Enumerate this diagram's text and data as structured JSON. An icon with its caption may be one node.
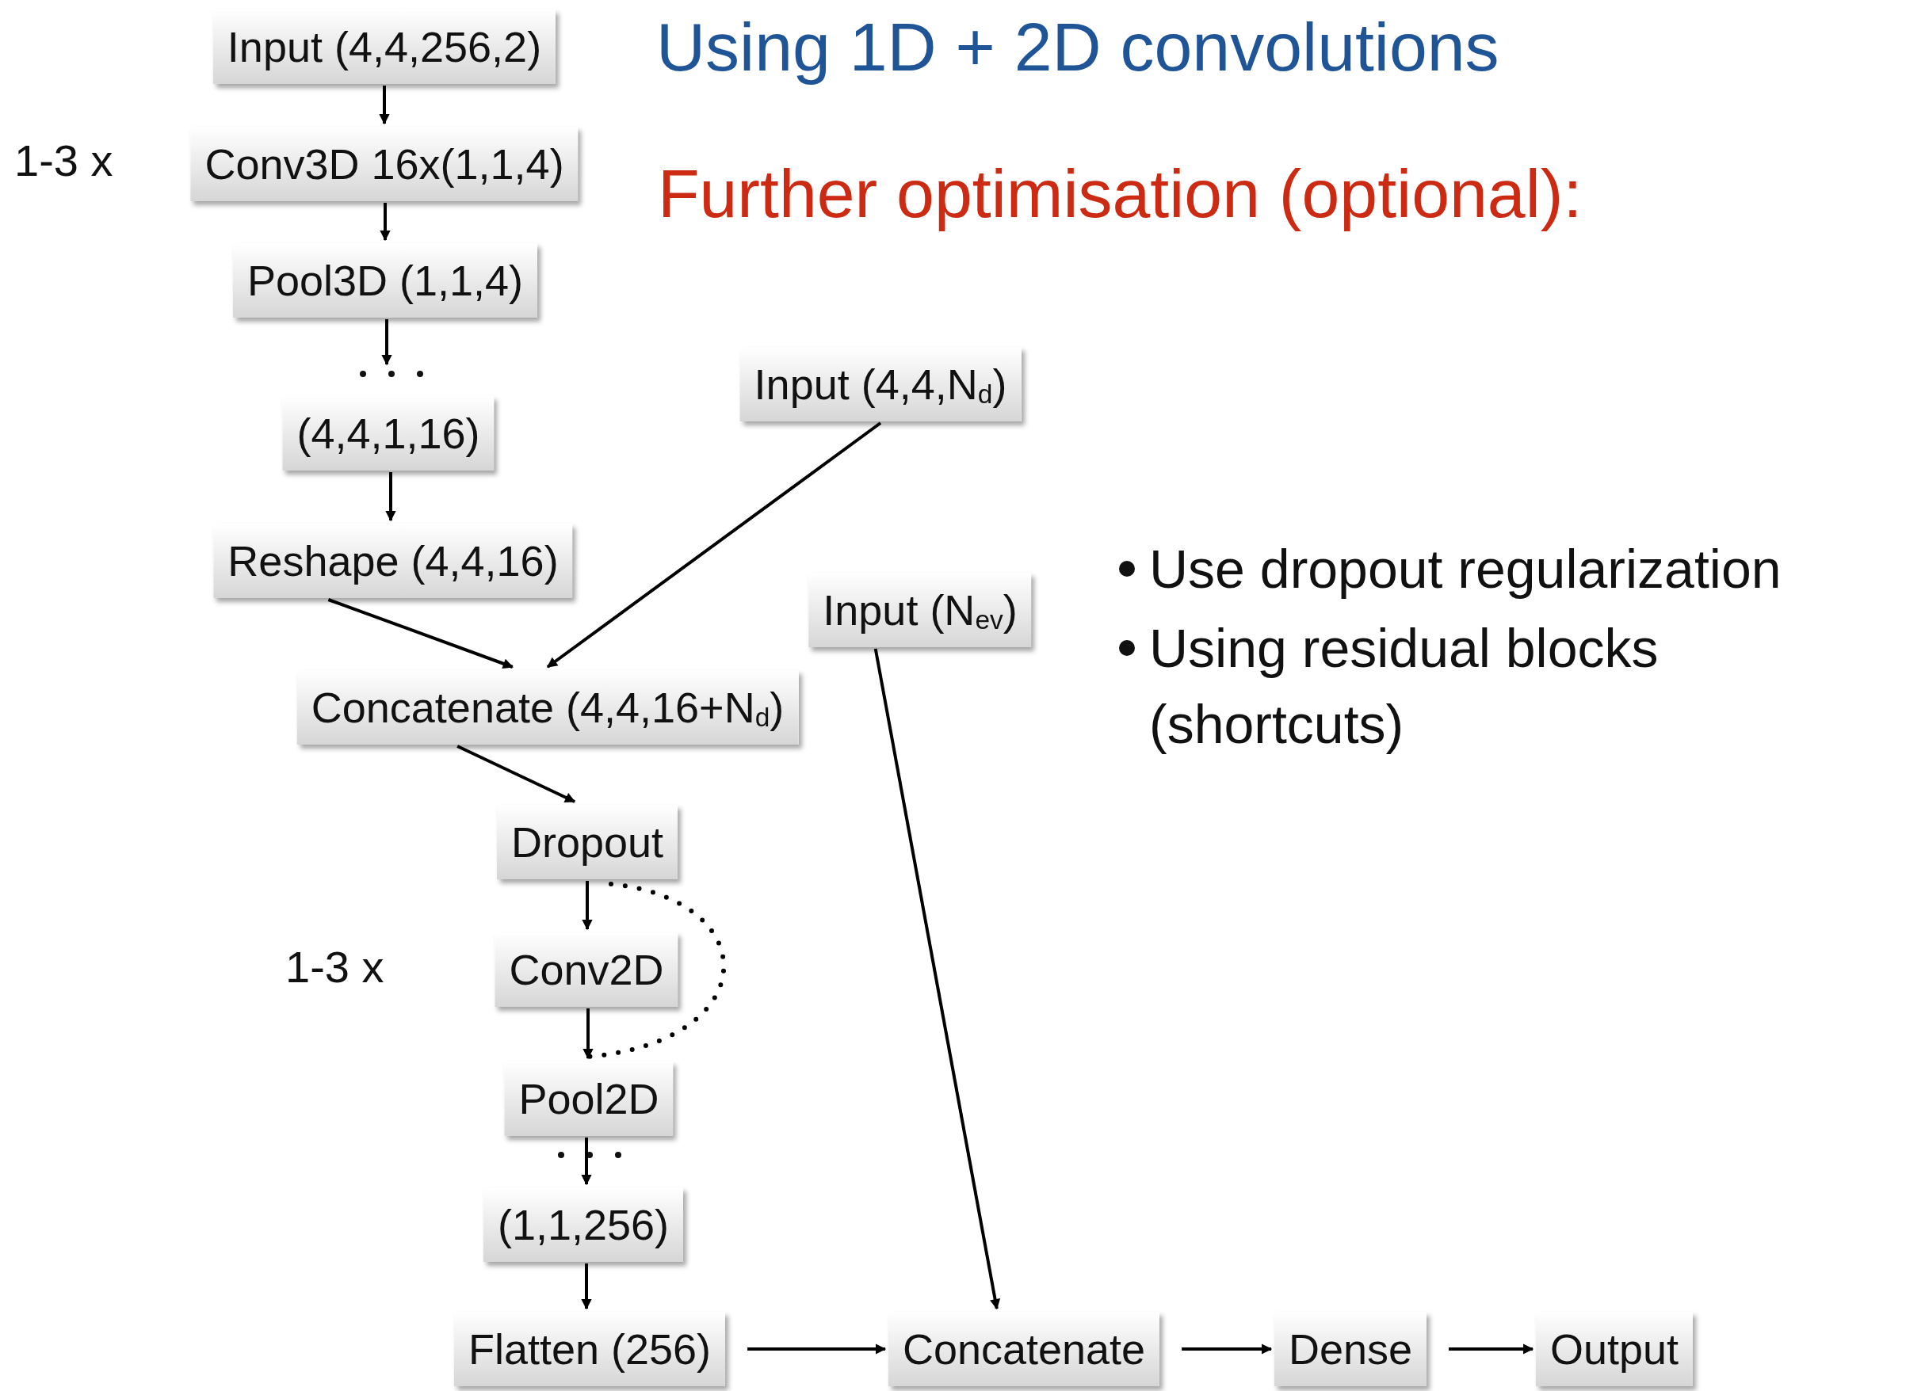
{
  "diagram": {
    "title": "Using 1D + 2D convolutions",
    "nodes": [
      {
        "text": [
          "Input (4,4,256,2)"
        ]
      },
      {
        "text": [
          "Conv3D 16x(1,1,4)"
        ]
      },
      {
        "text": [
          "Pool3D (1,1,4)"
        ]
      },
      {
        "text": [
          "(4,4,1,16)"
        ]
      },
      {
        "text": [
          "Reshape (4,4,16)"
        ]
      },
      {
        "text": [
          "Input (4,4,N$_{d}$)"
        ]
      },
      {
        "text": [
          "Concatenate (4,4,16+N$_{d}$)"
        ]
      },
      {
        "text": [
          "Input (N$_{ev}$)"
        ]
      },
      {
        "text": [
          "Dropout"
        ]
      },
      {
        "text": [
          "Conv2D"
        ]
      },
      {
        "text": [
          "Pool2D"
        ]
      },
      {
        "text": [
          "(1,1,256)"
        ]
      },
      {
        "text": [
          "Flatten (256)"
        ]
      },
      {
        "text": [
          "Concatenate"
        ]
      },
      {
        "text": [
          "Dense"
        ]
      },
      {
        "text": [
          "Output"
        ]
      }
    ],
    "edges": [
      {
        "from": 0,
        "to": 1,
        "arrow": "to"
      },
      {
        "from": 1,
        "to": 2,
        "arrow": "to"
      },
      {
        "from": 2,
        "to": 3,
        "arrow": "to"
      },
      {
        "from": 3,
        "to": 4,
        "arrow": "to"
      },
      {
        "from": 4,
        "to": 6,
        "arrow": "to"
      },
      {
        "from": 5,
        "to": 6,
        "arrow": "to"
      },
      {
        "from": 6,
        "to": 8,
        "arrow": "to"
      },
      {
        "from": 8,
        "to": 9,
        "arrow": "to"
      },
      {
        "from": 9,
        "to": 10,
        "arrow": "to"
      },
      {
        "from": 8,
        "to": 10,
        "arrow": "none",
        "style": "dashed"
      },
      {
        "from": 10,
        "to": 11,
        "arrow": "to"
      },
      {
        "from": 11,
        "to": 12,
        "arrow": "to"
      },
      {
        "from": 7,
        "to": 13,
        "arrow": "to"
      },
      {
        "from": 12,
        "to": 13,
        "arrow": "to"
      },
      {
        "from": 13,
        "to": 14,
        "arrow": "to"
      },
      {
        "from": 14,
        "to": 15,
        "arrow": "to"
      }
    ],
    "labels": [
      "1-3 x",
      "Further optimisation (optional):",
      "Use dropout regularization",
      "Using residual blocks (shortcuts)",
      "1-3 x"
    ]
  }
}
